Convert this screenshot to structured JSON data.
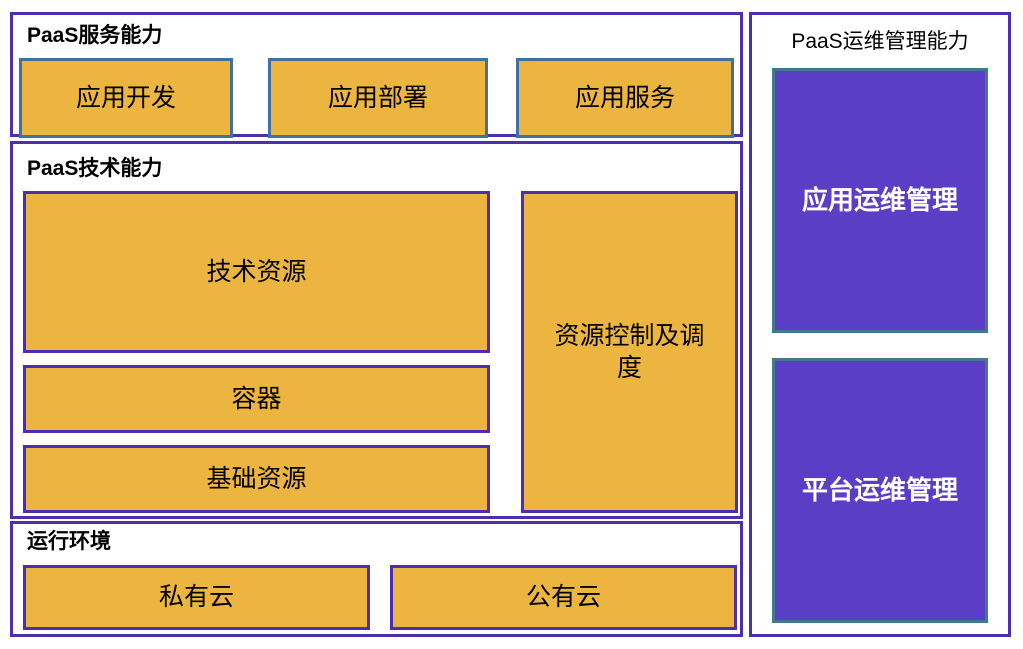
{
  "colors": {
    "orange_fill": "#ECB53F",
    "steel_border": "#41719C",
    "teal_border": "#41788C",
    "purple_fill": "#5A3EC6",
    "purple_border": "#4D2EAB",
    "text_dark": "#000000",
    "text_light": "#FFFFFF",
    "bg": "#FFFFFF"
  },
  "service": {
    "title": "PaaS服务能力",
    "boxes": [
      {
        "label": "应用开发"
      },
      {
        "label": "应用部署"
      },
      {
        "label": "应用服务"
      }
    ]
  },
  "tech": {
    "title": "PaaS技术能力",
    "boxes": {
      "tech_resource": {
        "label": "技术资源"
      },
      "container": {
        "label": "容器"
      },
      "basic_resource": {
        "label": "基础资源"
      },
      "resource_control": {
        "label": "资源控制及调度"
      }
    }
  },
  "runtime": {
    "title": "运行环境",
    "boxes": [
      {
        "label": "私有云"
      },
      {
        "label": "公有云"
      }
    ]
  },
  "ops": {
    "title": "PaaS运维管理能力",
    "boxes": [
      {
        "label": "应用运维管理"
      },
      {
        "label": "平台运维管理"
      }
    ]
  }
}
